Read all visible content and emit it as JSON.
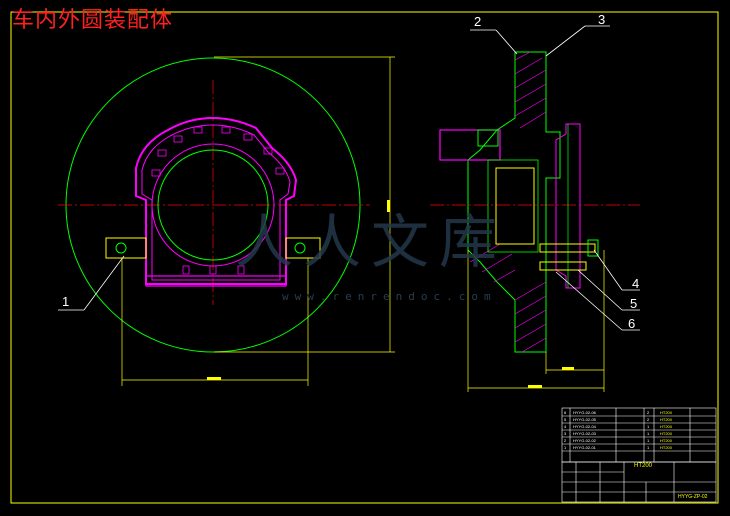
{
  "title": "车内外圆装配体",
  "watermark": {
    "cn": "人人文库",
    "url": "www.renrendoc.com"
  },
  "callouts": [
    "1",
    "2",
    "3",
    "4",
    "5",
    "6"
  ],
  "colors": {
    "background": "#000000",
    "frame": "#ffff00",
    "outline": "#00ff00",
    "center": "#ff0000",
    "body": "#ff00ff",
    "text": "#ffffff"
  },
  "parts_list": {
    "rows": [
      {
        "no": "6",
        "code": "HYYG-02-06",
        "qty": "2",
        "mat": "HT200"
      },
      {
        "no": "5",
        "code": "HYYG-02-05",
        "qty": "2",
        "mat": "HT200"
      },
      {
        "no": "4",
        "code": "HYYG-02-04",
        "qty": "1",
        "mat": "HT200"
      },
      {
        "no": "3",
        "code": "HYYG-02-03",
        "qty": "1",
        "mat": "HT200"
      },
      {
        "no": "2",
        "code": "HYYG-02-02",
        "qty": "1",
        "mat": "HT200"
      },
      {
        "no": "1",
        "code": "HYYG-02-01",
        "qty": "1",
        "mat": "HT200"
      }
    ]
  },
  "title_block": {
    "material": "HT200",
    "drawing_no": "HYYG-ZP-02"
  }
}
